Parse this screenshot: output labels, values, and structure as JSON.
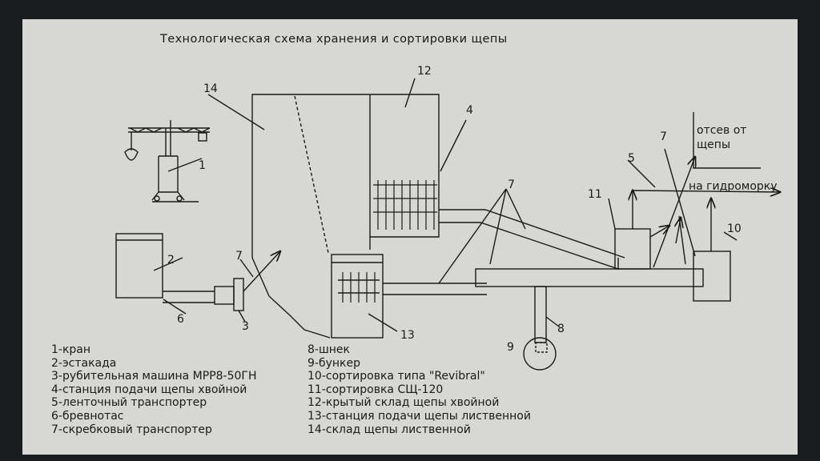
{
  "diagram": {
    "title": "Технологическая схема хранения и сортировки щепы",
    "numbers": {
      "n1": "1",
      "n2": "2",
      "n3": "3",
      "n4": "4",
      "n5": "5",
      "n6": "6",
      "n7a": "7",
      "n7b": "7",
      "n7c": "7",
      "n8": "8",
      "n9": "9",
      "n10": "10",
      "n11": "11",
      "n12": "12",
      "n13": "13",
      "n14": "14"
    },
    "annotations": {
      "screening_line1": "отсев от",
      "screening_line2": "щепы",
      "to_hydro": "на гидроморку"
    },
    "legend_left": [
      "1-кран",
      "2-эстакада",
      "3-рубительная машина МРР8-50ГН",
      "4-станция подачи щепы хвойной",
      "5-ленточный транспортер",
      "6-бревнотас",
      "7-скребковый транспортер"
    ],
    "legend_right": [
      "8-шнек",
      "9-бункер",
      "10-сортировка типа \"Revibral\"",
      "11-сортировка СЩ-120",
      "12-крытый склад щепы хвойной",
      "13-станция подачи щепы лиственной",
      "14-склад щепы лиственной"
    ]
  }
}
